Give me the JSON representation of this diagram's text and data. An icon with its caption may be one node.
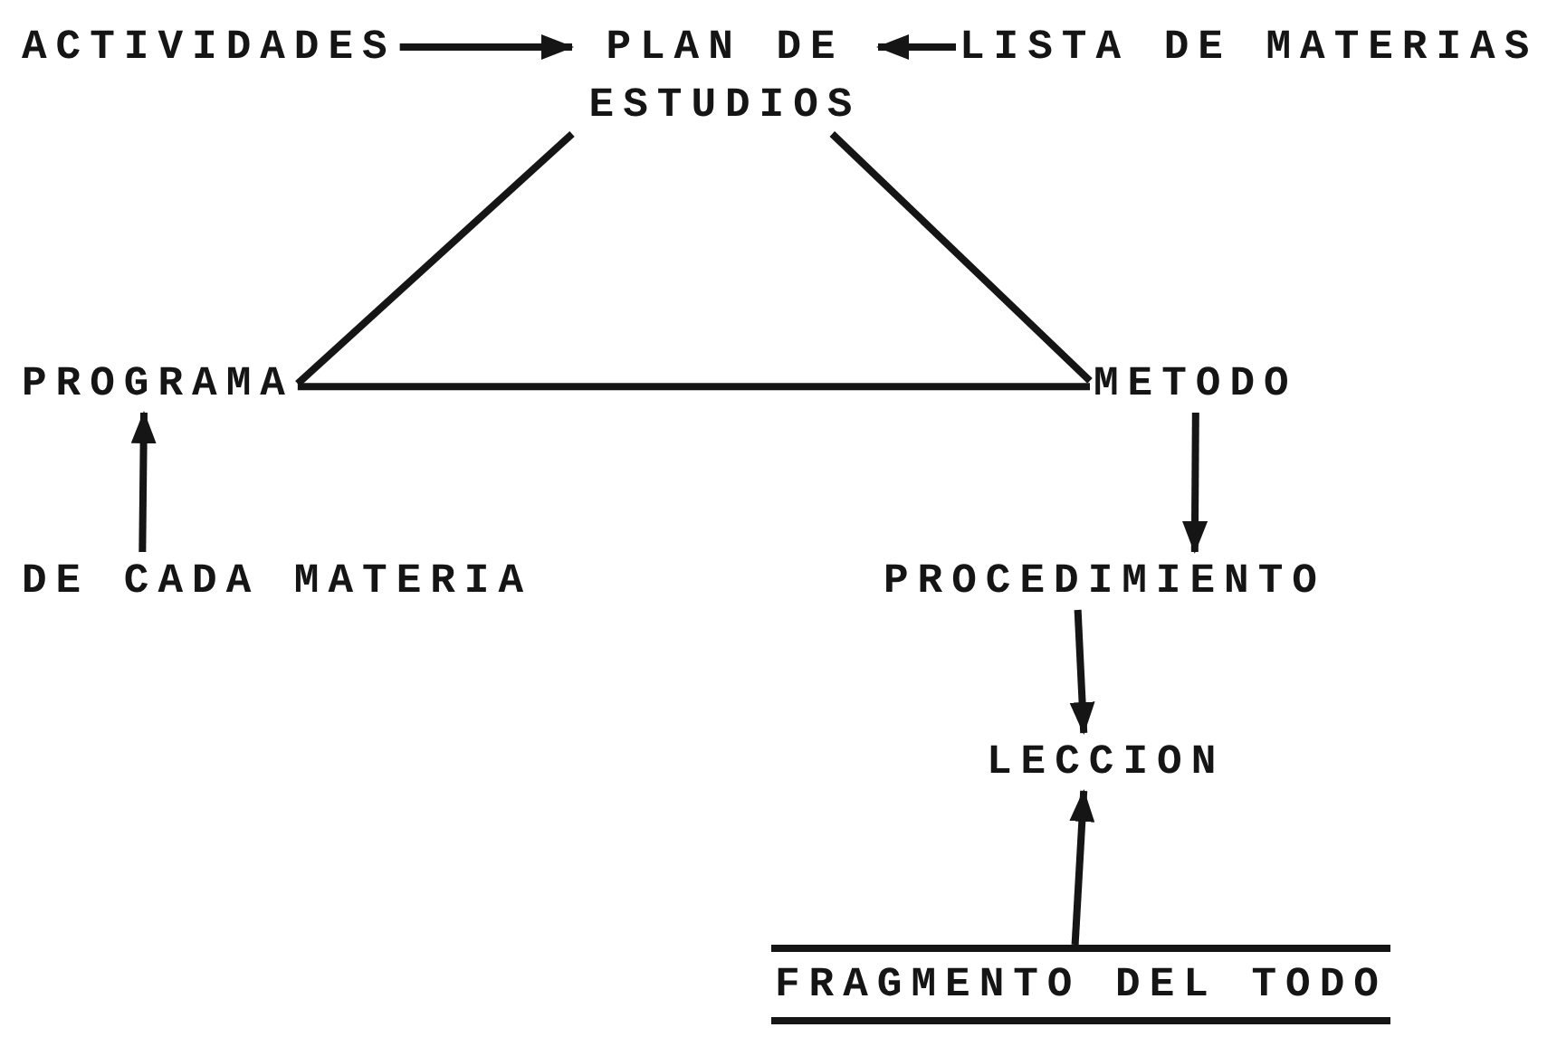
{
  "diagram": {
    "nodes": [
      {
        "text": [
          "ACTIVIDADES"
        ]
      },
      {
        "text": [
          "PLAN DE ESTUDIOS"
        ]
      },
      {
        "text": [
          "LISTA DE MATERIAS"
        ]
      },
      {
        "text": [
          "PROGRAMA"
        ]
      },
      {
        "text": [
          "METODO"
        ]
      },
      {
        "text": [
          "DE CADA MATERIA"
        ]
      },
      {
        "text": [
          "PROCEDIMIENTO"
        ]
      },
      {
        "text": [
          "LECCION"
        ]
      },
      {
        "text": [
          "FRAGMENTO DEL TODO"
        ]
      }
    ],
    "edges": [
      {
        "from": 0,
        "to": 1,
        "arrow": "to"
      },
      {
        "from": 2,
        "to": 1,
        "arrow": "to"
      },
      {
        "from": 1,
        "to": 3,
        "arrow": "none"
      },
      {
        "from": 1,
        "to": 4,
        "arrow": "none"
      },
      {
        "from": 3,
        "to": 4,
        "arrow": "none"
      },
      {
        "from": 5,
        "to": 3,
        "arrow": "to"
      },
      {
        "from": 4,
        "to": 6,
        "arrow": "to"
      },
      {
        "from": 6,
        "to": 7,
        "arrow": "to"
      },
      {
        "from": 8,
        "to": 7,
        "arrow": "to"
      }
    ]
  }
}
